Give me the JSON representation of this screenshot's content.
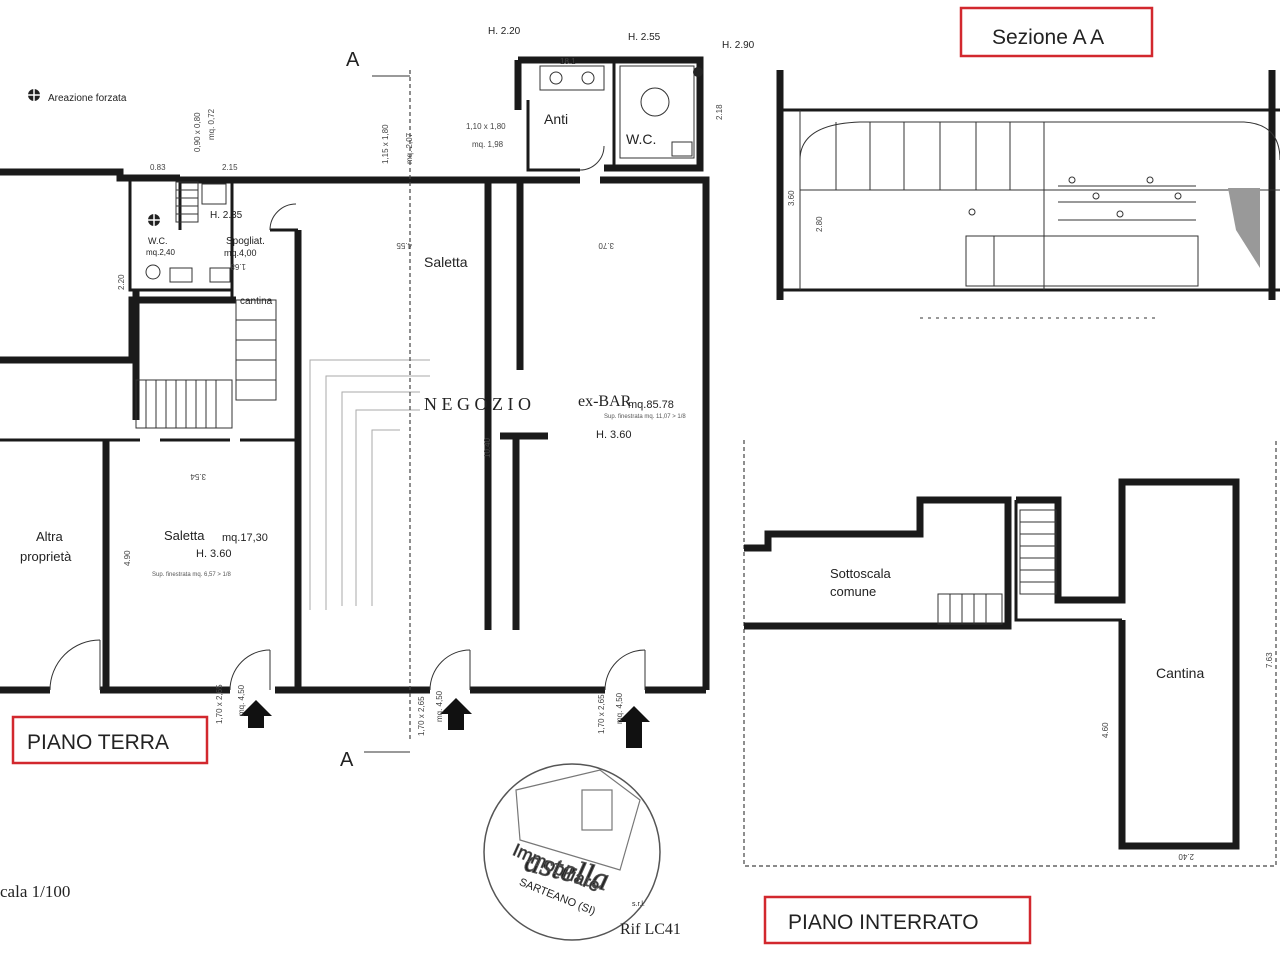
{
  "labels": {
    "areazione": "Areazione forzata",
    "sezione_title": "Sezione A A",
    "piano_terra": "PIANO TERRA",
    "piano_interrato": "PIANO INTERRATO",
    "scala": "cala 1/100",
    "rif": "Rif LC41",
    "section_a_top": "A",
    "section_a_bottom": "A"
  },
  "rooms": {
    "saletta_top": "Saletta",
    "negozio": "N E G O Z I O",
    "exbar": "ex-BAR",
    "exbar_area": "mq.85.78",
    "exbar_window": "Sup. finestrata mq. 11,07 > 1/8",
    "exbar_height": "H. 3.60",
    "saletta_main": "Saletta",
    "saletta_area": "mq.17,30",
    "saletta_height": "H. 3.60",
    "saletta_window": "Sup. finestrata mq. 6,57 > 1/8",
    "altra_1": "Altra",
    "altra_2": "proprietà",
    "wc_left": "W.C.",
    "wc_left_area": "mq.2,40",
    "h235": "H. 2.35",
    "spogliat": "Spogliat.",
    "spogliat_area": "mq.4,00",
    "cantina_small": "cantina",
    "anti": "Anti",
    "wc_right": "W.C.",
    "h220": "H. 2.20",
    "h255": "H. 2.55",
    "h290": "H. 2.90",
    "sottoscala_1": "Sottoscala",
    "sottoscala_2": "comune",
    "cantina": "Cantina"
  },
  "dims": {
    "d083": "0.83",
    "d215": "2.15",
    "d090": "0,90 x 0,80",
    "d072": "mq. 0,72",
    "d115": "1,15 x 1,80",
    "d207": "mq. 2,07",
    "d110": "1,10 x 1,80",
    "d198": "mq. 1,98",
    "d181": "18.1",
    "d218": "2.18",
    "d455": "4.55",
    "d370": "3.70",
    "d168": "1.68",
    "d220": "2.20",
    "d1040": "10.40",
    "d354": "3.54",
    "d490": "4.90",
    "door1a": "1,70 x 2,65",
    "door1b": "mq. 4,50",
    "door2a": "1,70 x 2,65",
    "door2b": "mq. 4,50",
    "door3a": "1,70 x 2,65",
    "door3b": "mq. 4,50",
    "sec360": "3.60",
    "sec280": "2.80",
    "d460": "4.60",
    "d763": "7.63",
    "d240": "2.40"
  },
  "stamp": {
    "brand": "astella",
    "sub": "Immobiliare",
    "srl": "s.r.l.",
    "city": "SARTEANO (SI)"
  },
  "colors": {
    "red_box": "#d2282e",
    "wall": "#1a1a1a"
  }
}
